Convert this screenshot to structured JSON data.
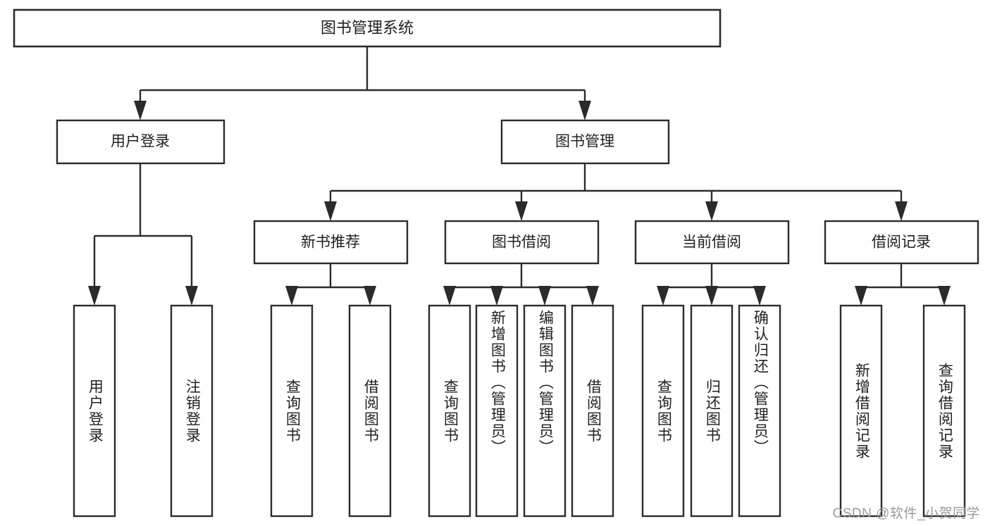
{
  "diagram": {
    "type": "tree",
    "title": "图书管理系统",
    "orientation": "top-down",
    "colors": {
      "box_stroke": "#2b2b2b",
      "box_fill": "#ffffff",
      "text": "#1f1f1f",
      "background": "#ffffff",
      "watermark": "#9a9a9a"
    },
    "root": {
      "label": "图书管理系统"
    },
    "level2": [
      {
        "id": "user-login",
        "label": "用户登录"
      },
      {
        "id": "book-manage",
        "label": "图书管理"
      }
    ],
    "level3": [
      {
        "id": "new-book-recommend",
        "label": "新书推荐",
        "parent": "book-manage"
      },
      {
        "id": "book-borrow",
        "label": "图书借阅",
        "parent": "book-manage"
      },
      {
        "id": "current-borrow",
        "label": "当前借阅",
        "parent": "book-manage"
      },
      {
        "id": "borrow-record",
        "label": "借阅记录",
        "parent": "book-manage"
      }
    ],
    "leaves": [
      {
        "id": "leaf-user-login",
        "label": "用户登录",
        "parent": "user-login"
      },
      {
        "id": "leaf-user-logout",
        "label": "注销登录",
        "parent": "user-login"
      },
      {
        "id": "leaf-query-book-1",
        "label": "查询图书",
        "parent": "new-book-recommend"
      },
      {
        "id": "leaf-borrow-book-1",
        "label": "借阅图书",
        "parent": "new-book-recommend"
      },
      {
        "id": "leaf-query-book-2",
        "label": "查询图书",
        "parent": "book-borrow"
      },
      {
        "id": "leaf-add-book",
        "label": "新增图书（管理员）",
        "parent": "book-borrow"
      },
      {
        "id": "leaf-edit-book",
        "label": "编辑图书（管理员）",
        "parent": "book-borrow"
      },
      {
        "id": "leaf-borrow-book-2",
        "label": "借阅图书",
        "parent": "book-borrow"
      },
      {
        "id": "leaf-query-book-3",
        "label": "查询图书",
        "parent": "current-borrow"
      },
      {
        "id": "leaf-return-book",
        "label": "归还图书",
        "parent": "current-borrow"
      },
      {
        "id": "leaf-confirm-return",
        "label": "确认归还（管理员）",
        "parent": "current-borrow"
      },
      {
        "id": "leaf-add-record",
        "label": "新增借阅记录",
        "parent": "borrow-record"
      },
      {
        "id": "leaf-query-record",
        "label": "查询借阅记录",
        "parent": "borrow-record"
      }
    ]
  },
  "watermark": {
    "text": "CSDN @软件_小贺同学"
  }
}
